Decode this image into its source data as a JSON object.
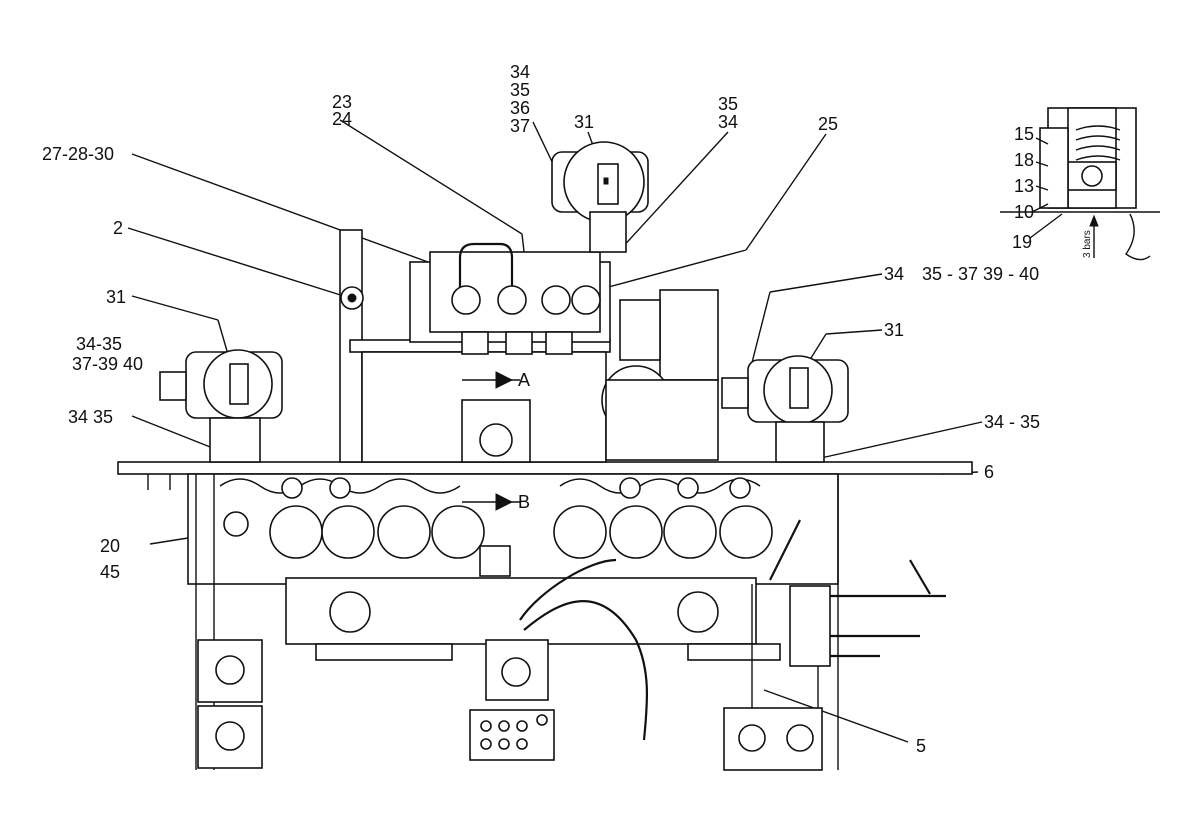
{
  "diagram": {
    "callouts": {
      "c_34_35_36_37": [
        "34",
        "35",
        "36",
        "37"
      ],
      "c_23_24": [
        "23",
        "24"
      ],
      "c_35_34": [
        "35",
        "34"
      ],
      "c_31_top": "31",
      "c_25": "25",
      "c_27_28_30": "27-28-30",
      "c_2": "2",
      "c_31_left": "31",
      "c_34_35_37_39_40_left": [
        "34-35",
        "37-39  40"
      ],
      "c_34_35_bl": "34  35",
      "c_34_right": "34",
      "c_35_37_39_40_right": "35 - 37   39 - 40",
      "c_31_right": "31",
      "c_34_35_right": "34 - 35",
      "c_6": "6",
      "c_20": "20",
      "c_45": "45",
      "c_5": "5"
    },
    "section_markers": [
      "A",
      "B"
    ],
    "inset": {
      "callouts": [
        "15",
        "18",
        "13",
        "10",
        "19"
      ],
      "pressure_label": "3 bars"
    }
  }
}
